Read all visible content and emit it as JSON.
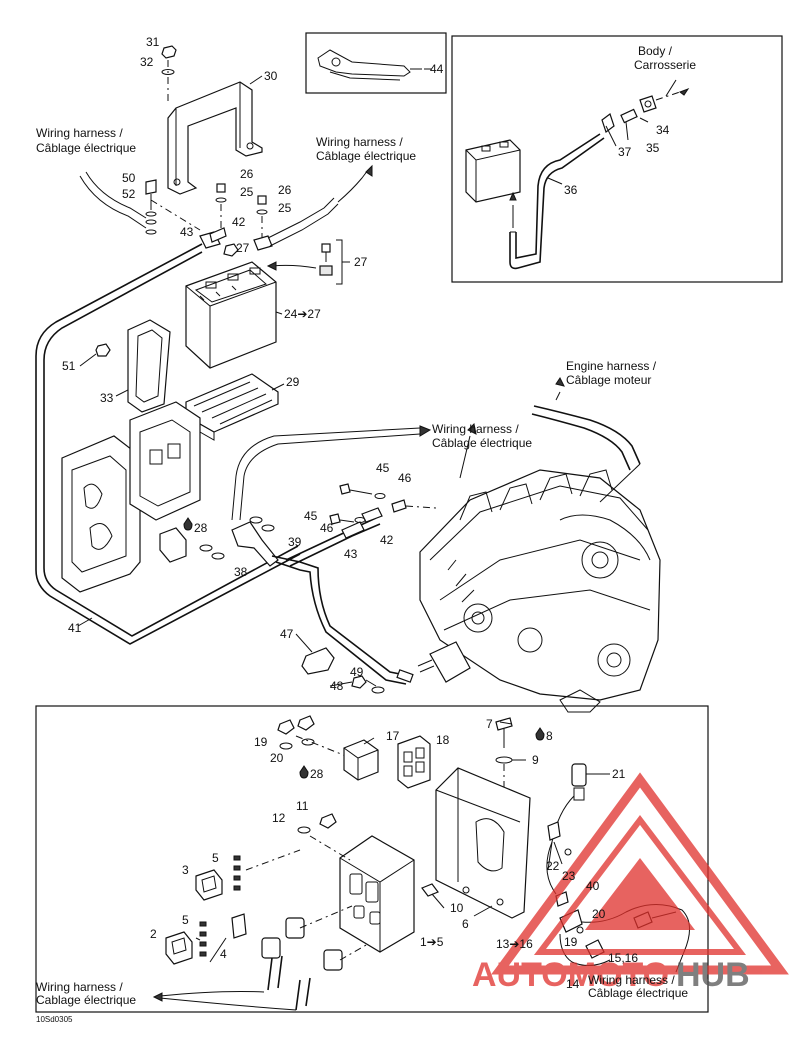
{
  "callouts": {
    "n31": "31",
    "n32": "32",
    "n30": "30",
    "n44": "44",
    "n34": "34",
    "n35": "35",
    "n37": "37",
    "n36": "36",
    "n50": "50",
    "n52": "52",
    "n26a": "26",
    "n25a": "25",
    "n26b": "26",
    "n25b": "25",
    "n42a": "42",
    "n43a": "43",
    "n27a": "27",
    "n27b": "27",
    "n24_27": "24➔27",
    "n51": "51",
    "n33": "33",
    "n29": "29",
    "n45a": "45",
    "n46a": "46",
    "n45b": "45",
    "n46b": "46",
    "n42b": "42",
    "n43b": "43",
    "n28a": "28",
    "n39": "39",
    "n38": "38",
    "n41": "41",
    "n47": "47",
    "n49": "49",
    "n48": "48",
    "n7": "7",
    "n8": "8",
    "n9": "9",
    "n21": "21",
    "n19a": "19",
    "n20a": "20",
    "n28b": "28",
    "n17": "17",
    "n18": "18",
    "n11": "11",
    "n12": "12",
    "n3": "3",
    "n5a": "5",
    "n5b": "5",
    "n2": "2",
    "n4": "4",
    "n1_5": "1➔5",
    "n10": "10",
    "n6": "6",
    "n22": "22",
    "n23": "23",
    "n40": "40",
    "n20b": "20",
    "n13_16": "13➔16",
    "n19b": "19",
    "n15_16": "15,16",
    "n14": "14"
  },
  "labels": {
    "wh1_en": "Wiring harness /",
    "wh1_fr": "Câblage électrique",
    "wh2_en": "Wiring harness /",
    "wh2_fr": "Câblage électrique",
    "body_en": "Body /",
    "body_fr": "Carrosserie",
    "eng_en": "Engine harness /",
    "eng_fr": "Câblage moteur",
    "wh3_en": "Wiring harness /",
    "wh3_fr": "Câblage électrique",
    "wh4_en": "Wiring harness /",
    "wh4_fr": "Cablage électrique",
    "wh5_en": "Wiring harness /",
    "wh5_fr": "Câblage électrique"
  },
  "watermark": {
    "text_red": "AUTOMOTO",
    "text_grey": "HUB",
    "red": "#e0302b",
    "grey": "#555555"
  },
  "figure_code": "10Sd0305",
  "colors": {
    "line": "#111111",
    "watermark_red": "#e0302b"
  }
}
